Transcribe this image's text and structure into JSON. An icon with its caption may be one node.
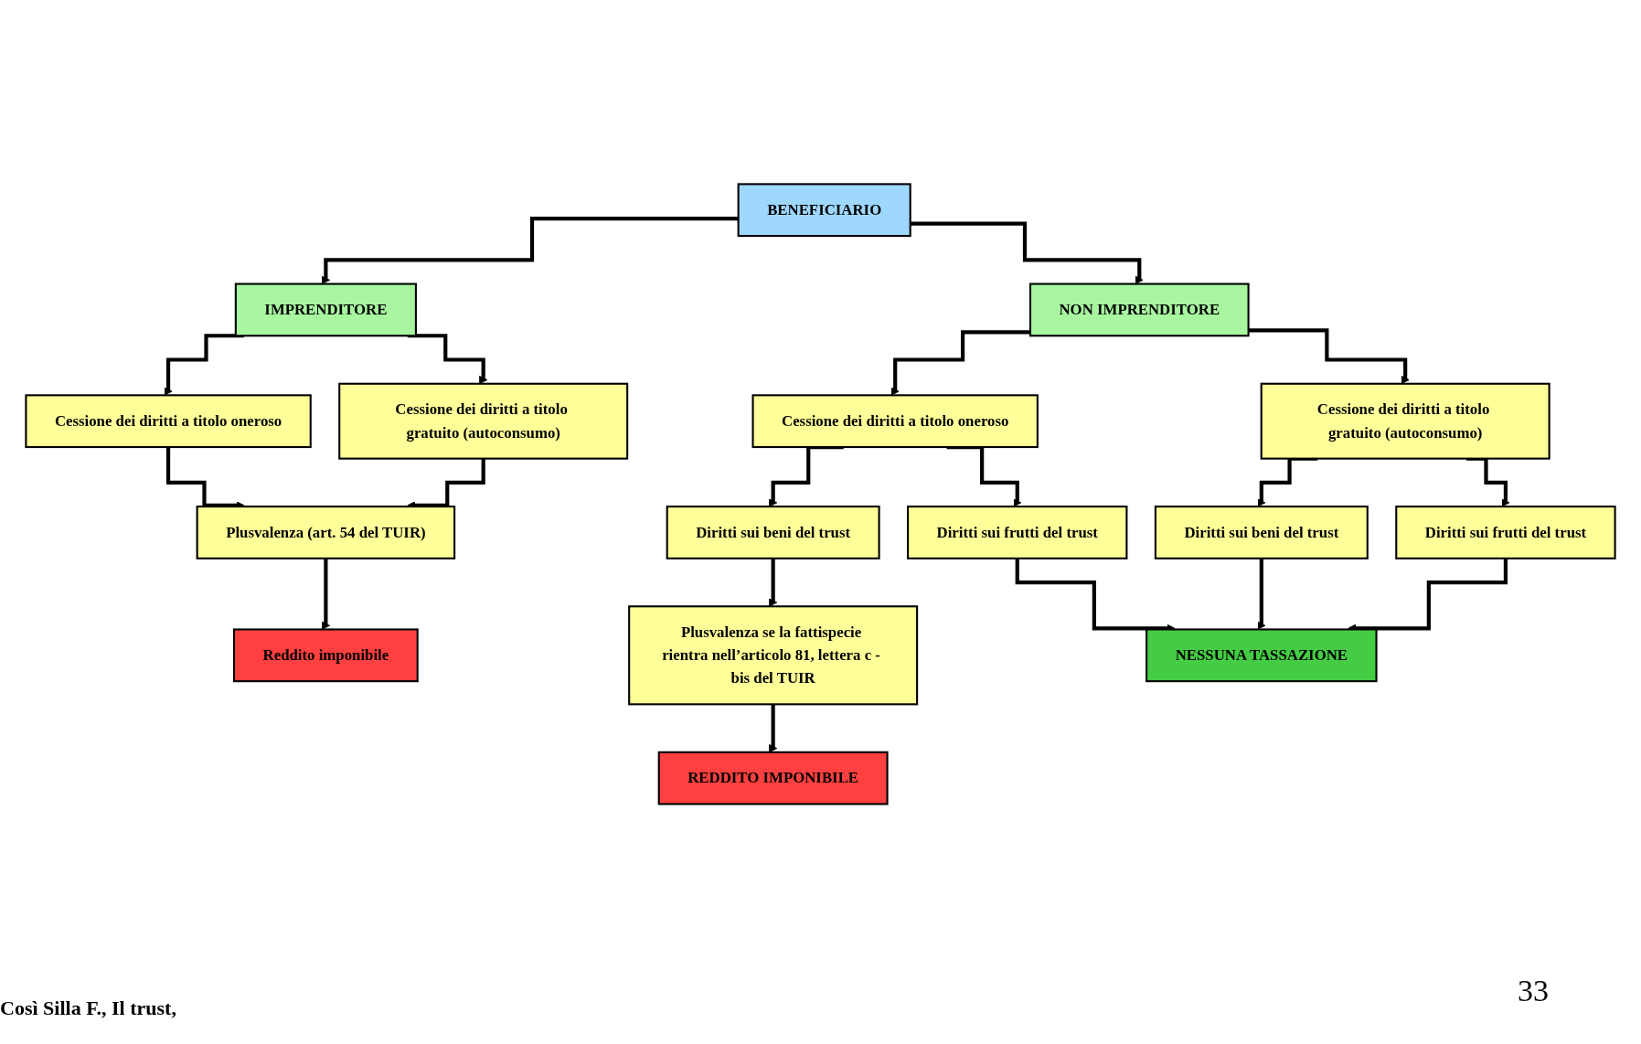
{
  "diagram": {
    "nodes": [
      {
        "text": [
          "BENEFICIARIO"
        ]
      },
      {
        "text": [
          "IMPRENDITORE"
        ]
      },
      {
        "text": [
          "NON IMPRENDITORE"
        ]
      },
      {
        "text": [
          "Cessione dei diritti a titolo oneroso"
        ]
      },
      {
        "text": [
          "Cessione dei diritti a titolo gratuito (autoconsumo)"
        ]
      },
      {
        "text": [
          "Plusvalenza (art. 54 del TUIR)"
        ]
      },
      {
        "text": [
          "Reddito imponibile"
        ]
      },
      {
        "text": [
          "Cessione dei diritti a titolo oneroso"
        ]
      },
      {
        "text": [
          "Cessione dei diritti a titolo gratuito (autoconsumo)"
        ]
      },
      {
        "text": [
          "Diritti sui beni del trust"
        ]
      },
      {
        "text": [
          "Diritti sui frutti del trust"
        ]
      },
      {
        "text": [
          "Diritti sui beni del trust"
        ]
      },
      {
        "text": [
          "Diritti sui frutti del trust"
        ]
      },
      {
        "text": [
          "Plusvalenza se la fattispecie rientra nell’articolo 81, lettera c - bis del TUIR"
        ]
      },
      {
        "text": [
          "NESSUNA TASSAZIONE"
        ]
      },
      {
        "text": [
          "REDDITO IMPONIBILE"
        ]
      }
    ],
    "edges": [
      {
        "from": 0,
        "to": 1,
        "arrow": "to"
      },
      {
        "from": 0,
        "to": 2,
        "arrow": "to"
      },
      {
        "from": 1,
        "to": 3,
        "arrow": "to"
      },
      {
        "from": 1,
        "to": 4,
        "arrow": "to"
      },
      {
        "from": 3,
        "to": 5,
        "arrow": "to"
      },
      {
        "from": 4,
        "to": 5,
        "arrow": "to"
      },
      {
        "from": 5,
        "to": 6,
        "arrow": "to"
      },
      {
        "from": 2,
        "to": 7,
        "arrow": "to"
      },
      {
        "from": 2,
        "to": 8,
        "arrow": "to"
      },
      {
        "from": 7,
        "to": 9,
        "arrow": "to"
      },
      {
        "from": 7,
        "to": 10,
        "arrow": "to"
      },
      {
        "from": 8,
        "to": 11,
        "arrow": "to"
      },
      {
        "from": 8,
        "to": 12,
        "arrow": "to"
      },
      {
        "from": 9,
        "to": 13,
        "arrow": "to"
      },
      {
        "from": 10,
        "to": 14,
        "arrow": "to"
      },
      {
        "from": 11,
        "to": 14,
        "arrow": "to"
      },
      {
        "from": 12,
        "to": 14,
        "arrow": "to"
      },
      {
        "from": 13,
        "to": 15,
        "arrow": "to"
      }
    ],
    "labels": [
      "Così Silla F., Il trust,",
      "33"
    ]
  }
}
